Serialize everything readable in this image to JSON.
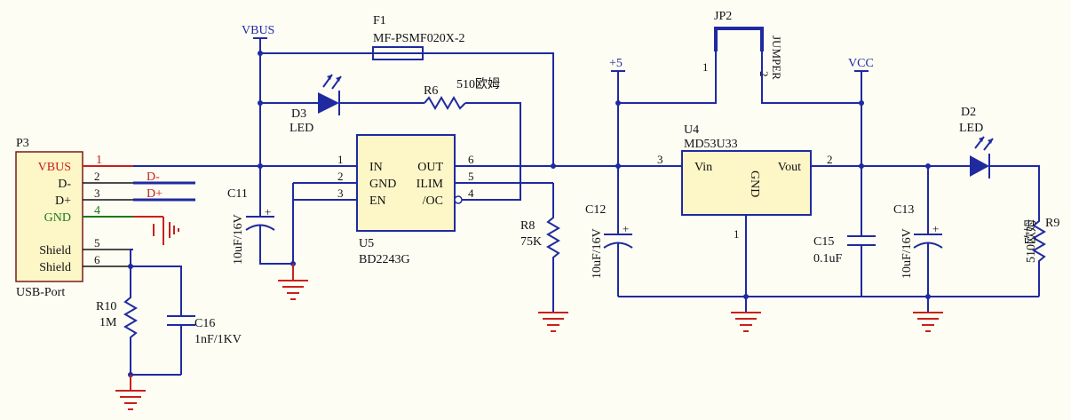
{
  "labels": {
    "vbus_net": "VBUS",
    "f1_ref": "F1",
    "f1_value": "MF-PSMF020X-2",
    "jp2_ref": "JP2",
    "jp2_value": "JUMPER",
    "jp2_pin1": "1",
    "jp2_pin2": "2",
    "plus5_net": "+5",
    "vcc_net": "VCC",
    "d3_ref": "D3",
    "d3_value": "LED",
    "r6_ref": "R6",
    "r6_value": "510欧姆",
    "u5_ref": "U5",
    "u5_value": "BD2243G",
    "u5_in": "IN",
    "u5_gnd": "GND",
    "u5_en": "EN",
    "u5_out": "OUT",
    "u5_ilim": "ILIM",
    "u5_oc": "/OC",
    "u5_pin1": "1",
    "u5_pin2": "2",
    "u5_pin3": "3",
    "u5_pin6": "6",
    "u5_pin5": "5",
    "u5_pin4": "4",
    "c11_ref": "C11",
    "c11_value": "10uF/16V",
    "r8_ref": "R8",
    "r8_value": "75K",
    "c12_ref": "C12",
    "c12_value": "10uF/16V",
    "u4_ref": "U4",
    "u4_value": "MD53U33",
    "u4_vin": "Vin",
    "u4_vout": "Vout",
    "u4_gnd": "GND",
    "u4_pin3": "3",
    "u4_pin2": "2",
    "u4_pin1": "1",
    "c15_ref": "C15",
    "c15_value": "0.1uF",
    "c13_ref": "C13",
    "c13_value": "10uF/16V",
    "d2_ref": "D2",
    "d2_value": "LED",
    "r9_ref": "R9",
    "r9_value": "510欧姆",
    "p3_ref": "P3",
    "p3_value": "USB-Port",
    "p3_vbus": "VBUS",
    "p3_dminus": "D-",
    "p3_dplus": "D+",
    "p3_gnd": "GND",
    "p3_shield1": "Shield",
    "p3_shield2": "Shield",
    "p3_pin1": "1",
    "p3_pin2": "2",
    "p3_pin3": "3",
    "p3_pin4": "4",
    "p3_pin5": "5",
    "p3_pin6": "6",
    "net_dminus": "D-",
    "net_dplus": "D+",
    "r10_ref": "R10",
    "r10_value": "1M",
    "c16_ref": "C16",
    "c16_value": "1nF/1KV",
    "plus_sign": "+"
  },
  "colors": {
    "background": "#fdfdf4",
    "wire": "#1f2aa0",
    "ground": "#c8201a",
    "connector_fill": "#fdf6c6",
    "ic_fill": "#fdf6c6",
    "pin_red": "#c8201a",
    "pin_green": "#1b7a1b"
  }
}
